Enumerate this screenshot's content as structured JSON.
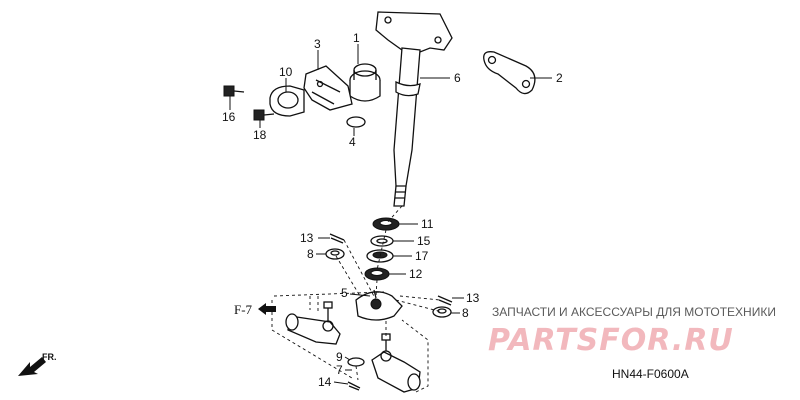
{
  "diagram": {
    "callouts": [
      {
        "id": "c1",
        "text": "1"
      },
      {
        "id": "c2",
        "text": "2"
      },
      {
        "id": "c3",
        "text": "3"
      },
      {
        "id": "c4",
        "text": "4"
      },
      {
        "id": "c6",
        "text": "6"
      },
      {
        "id": "c10",
        "text": "10"
      },
      {
        "id": "c16",
        "text": "16"
      },
      {
        "id": "c18",
        "text": "18"
      },
      {
        "id": "c11",
        "text": "11"
      },
      {
        "id": "c15",
        "text": "15"
      },
      {
        "id": "c17",
        "text": "17"
      },
      {
        "id": "c12",
        "text": "12"
      },
      {
        "id": "c13a",
        "text": "13"
      },
      {
        "id": "c8a",
        "text": "8"
      },
      {
        "id": "c5",
        "text": "5"
      },
      {
        "id": "c13b",
        "text": "13"
      },
      {
        "id": "c8b",
        "text": "8"
      },
      {
        "id": "c9",
        "text": "9"
      },
      {
        "id": "c7",
        "text": "7"
      },
      {
        "id": "c14",
        "text": "14"
      }
    ],
    "ref_arrow_label": "F-7",
    "direction_label": "FR.",
    "diagram_code": "HN44-F0600A"
  },
  "watermark": {
    "tagline": "ЗАПЧАСТИ И АКСЕССУАРЫ ДЛЯ МОТОТЕХНИКИ",
    "brand": "PARTSFOR.RU"
  },
  "colors": {
    "line": "#111111",
    "watermark_brand": "#f2b8bd",
    "watermark_text": "#5a5a5a"
  }
}
